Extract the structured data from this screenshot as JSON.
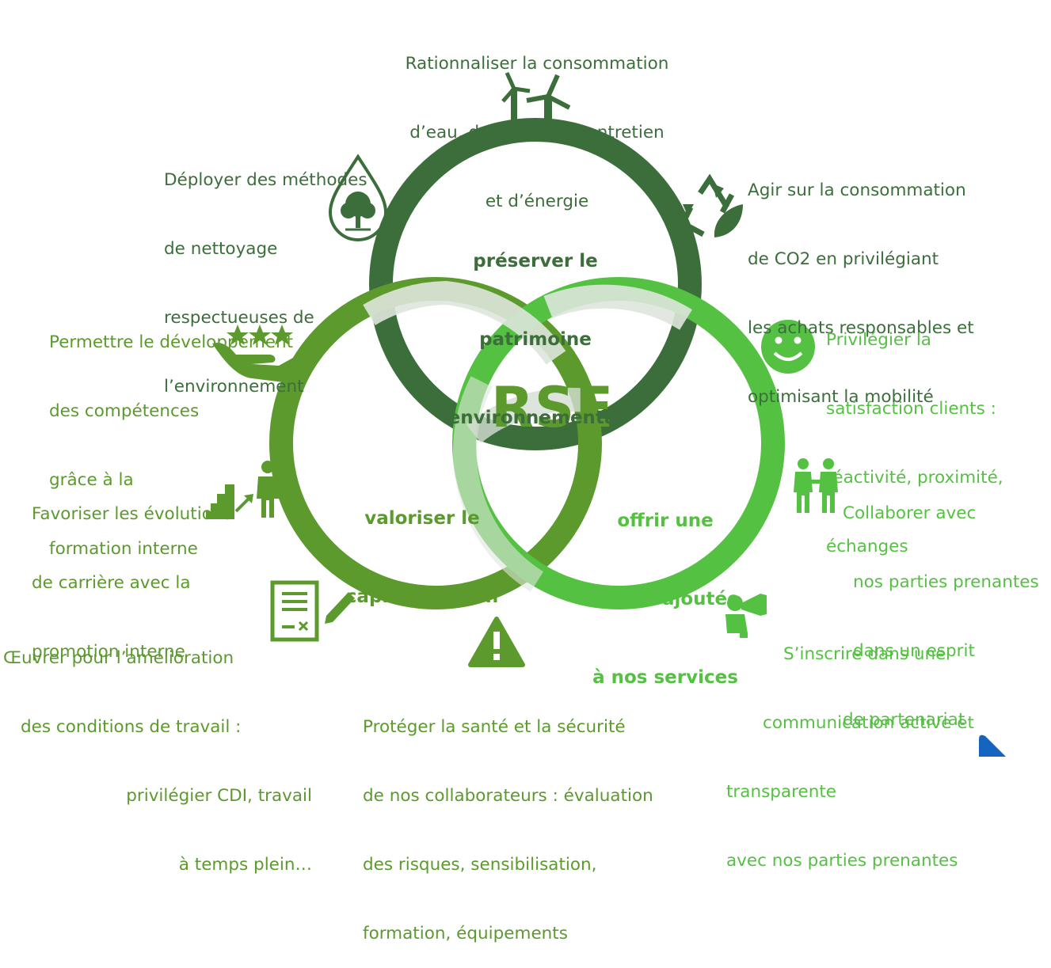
{
  "center": {
    "label": "RSE"
  },
  "circles": {
    "environment": {
      "label_lines": [
        "préserver le",
        "patrimoine",
        "environnemental"
      ],
      "color": "#3c6e3c"
    },
    "human": {
      "label_lines": [
        "valoriser le",
        "capital humain"
      ],
      "color": "#5c9a2d"
    },
    "services": {
      "label_lines": [
        "offrir une",
        "valeur ajoutée",
        "à nos services"
      ],
      "color": "#55c143"
    }
  },
  "items": {
    "water_energy": {
      "lines": [
        "Rationnaliser la consommation",
        "d’eau, de produits d’entretien",
        "et d’énergie"
      ],
      "icon": "wind-turbines-icon"
    },
    "cleaning": {
      "lines": [
        "Déployer des méthodes",
        "de nettoyage",
        "respectueuses de",
        "l’environnement"
      ],
      "icon": "water-drop-tree-icon"
    },
    "co2": {
      "lines": [
        "Agir sur la consommation",
        "de CO2 en privilégiant",
        "les achats responsables et",
        "optimisant la mobilité"
      ],
      "icon": "recycle-leaf-icon"
    },
    "skills": {
      "lines": [
        "Permettre le développement",
        "des compétences",
        "grâce à la",
        "formation interne"
      ],
      "icon": "hand-stars-icon"
    },
    "career": {
      "lines": [
        "Favoriser les évolutions",
        "de carrière avec la",
        "promotion interne"
      ],
      "icon": "stairs-person-icon"
    },
    "conditions": {
      "lines": [
        "Œuvrer pour l’amélioration",
        "des conditions de travail :",
        "privilégier CDI, travail",
        "à temps plein…"
      ],
      "icon": "contract-pen-icon"
    },
    "safety": {
      "lines": [
        "Protéger la santé et la sécurité",
        "de nos collaborateurs : évaluation",
        "des risques, sensibilisation,",
        "formation, équipements"
      ],
      "icon": "warning-icon"
    },
    "satisfaction": {
      "lines": [
        "Privilégier la",
        "satisfaction clients :",
        "réactivité, proximité,",
        "échanges"
      ],
      "icon": "smiley-icon"
    },
    "partners": {
      "lines": [
        "Collaborer avec",
        "nos parties prenantes",
        "dans un esprit",
        "de partenariat"
      ],
      "icon": "people-pair-icon"
    },
    "communication": {
      "lines": [
        "S’inscrire dans une",
        "communication active et",
        "transparente",
        "avec nos parties prenantes"
      ],
      "icon": "megaphone-person-icon"
    }
  },
  "colors": {
    "dark": "#3c6e3c",
    "mid": "#5c9a2d",
    "light": "#55c143",
    "overlap": "#dde6dc",
    "corner": "#1565c0"
  }
}
